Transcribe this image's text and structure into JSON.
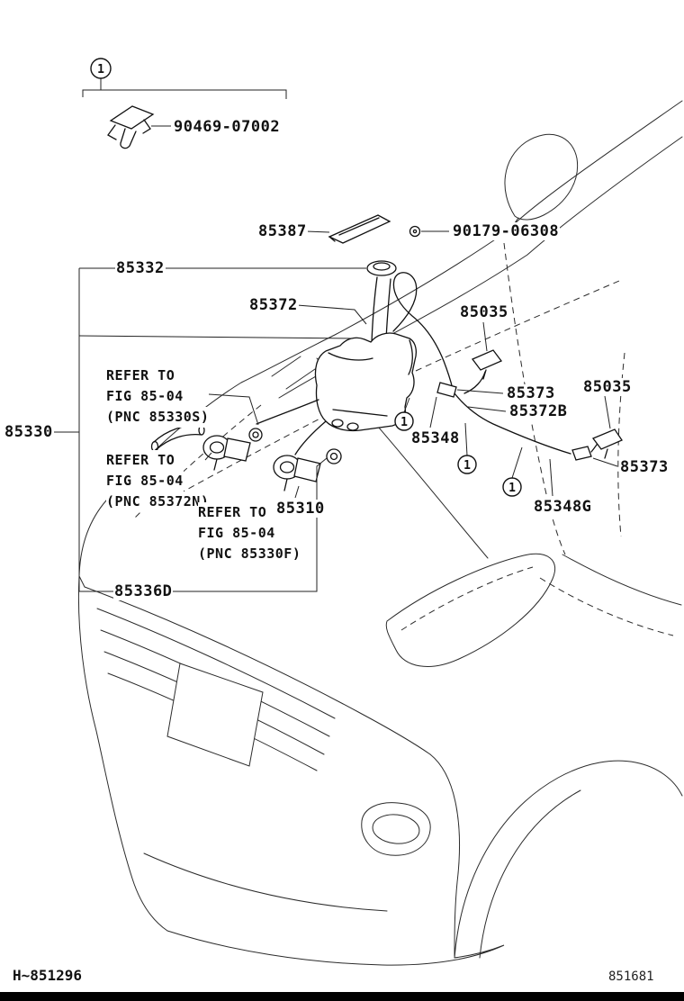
{
  "callout": "1",
  "labels": {
    "clip": "90469-07002",
    "bracket": "85387",
    "screw_grommet": "90179-06308",
    "cap": "85332",
    "hose": "85372",
    "nozzle": "85035",
    "joint": "85373",
    "hose_b": "85372B",
    "jar": "85330",
    "hose_c": "85348",
    "pump": "85310",
    "hose_d": "85348G",
    "grommet_d": "85336D"
  },
  "notes": {
    "note_85330s": [
      "REFER TO",
      "FIG 85-04",
      "(PNC 85330S)"
    ],
    "note_85372n": [
      "REFER TO",
      "FIG 85-04",
      "(PNC 85372N)"
    ],
    "note_85330f": [
      "REFER TO",
      "FIG 85-04",
      "(PNC 85330F)"
    ]
  },
  "footer": {
    "left_code": "H~851296",
    "right_code": "851681"
  },
  "colors": {
    "line": "#2b2b2b",
    "text": "#111111",
    "bottom_bar": "#000000"
  }
}
